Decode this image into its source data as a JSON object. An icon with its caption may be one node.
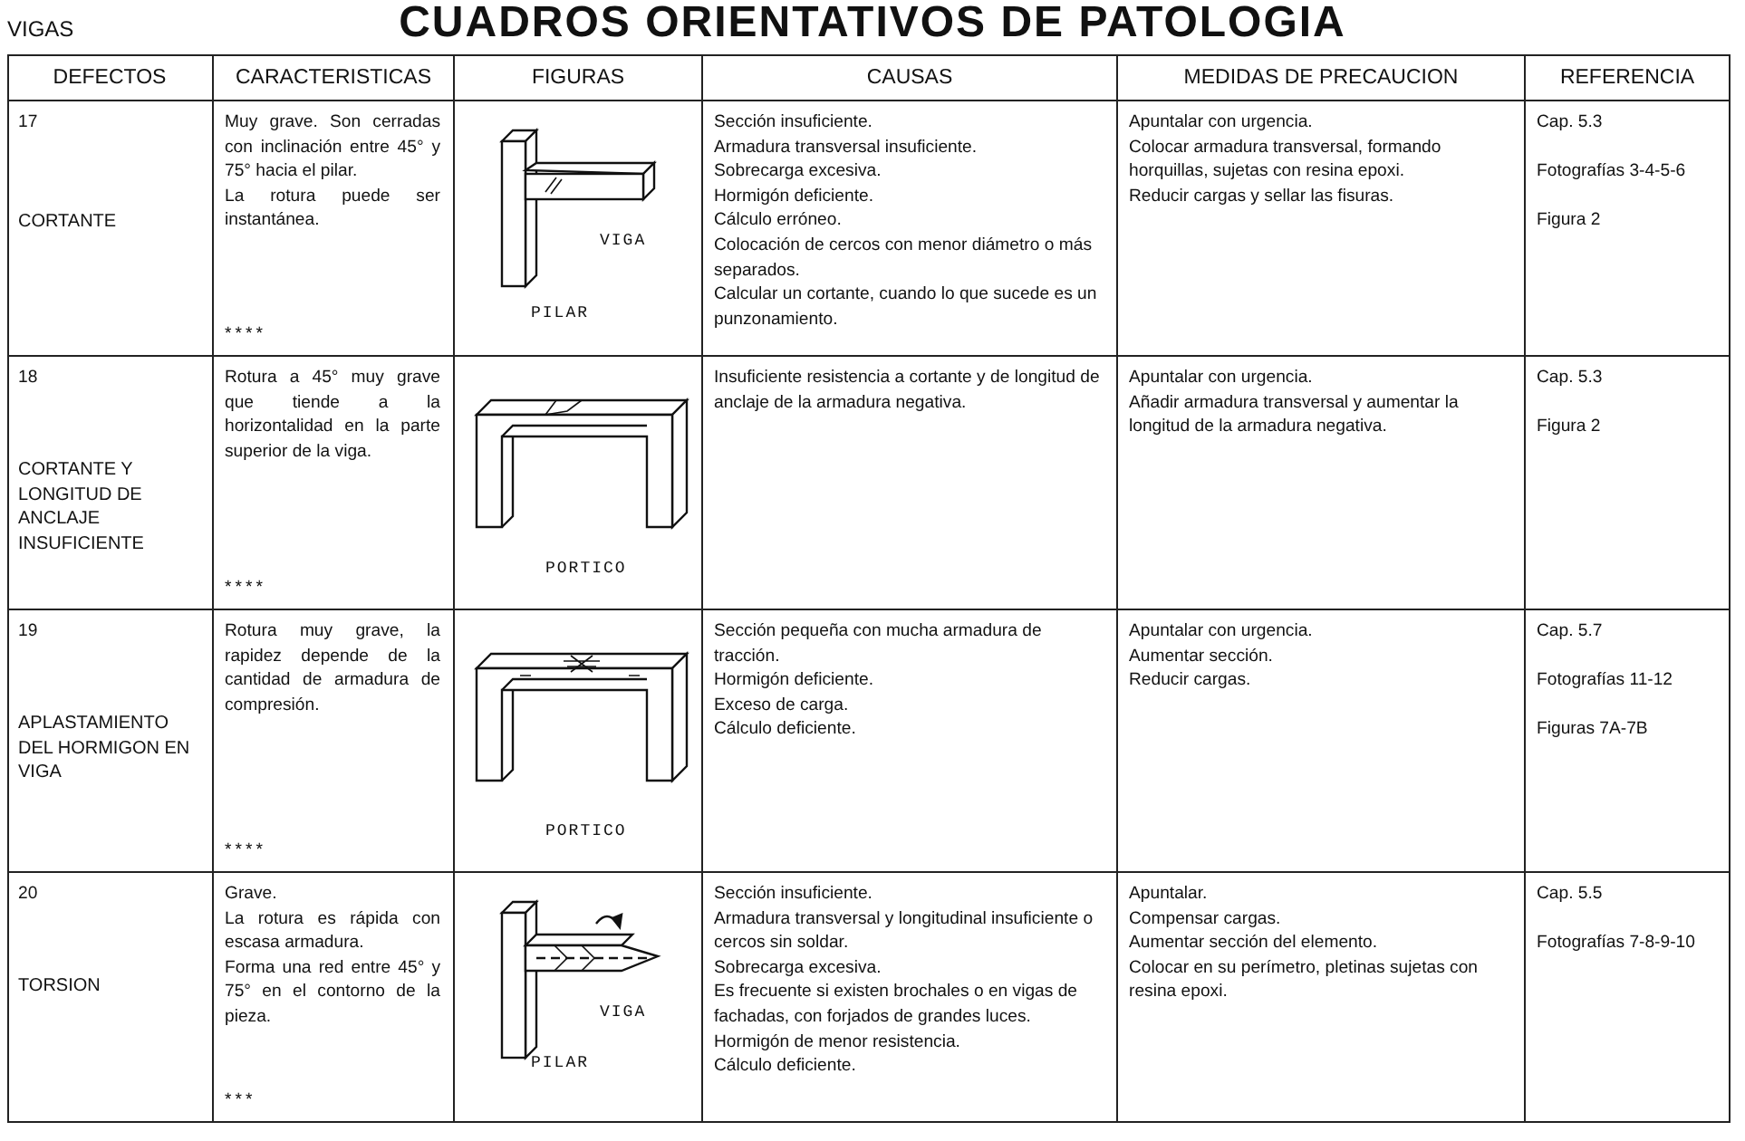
{
  "diagram": {
    "title": "CUADROS ORIENTATIVOS DE PATOLOGIA",
    "labels": [
      "VIGAS",
      "DEFECTOS",
      "CARACTERISTICAS",
      "FIGURAS",
      "CAUSAS",
      "MEDIDAS DE PRECAUCION",
      "REFERENCIA",
      "17",
      "CORTANTE",
      "Muy grave. Son cerradas con inclinación entre 45° y 75° hacia el pilar.",
      "La rotura puede ser instantánea.",
      "****",
      "VIGA",
      "PILAR",
      "Sección insuficiente.",
      "Armadura transversal insuficiente.",
      "Sobrecarga excesiva.",
      "Hormigón deficiente.",
      "Cálculo erróneo.",
      "Colocación de cercos con menor diámetro o más separados.",
      "Calcular un cortante, cuando lo que sucede es un punzonamiento.",
      "Apuntalar con urgencia.",
      "Colocar armadura transversal, formando horquillas, sujetas con resina epoxi.",
      "Reducir cargas y sellar las fisuras.",
      "Cap. 5.3",
      "Fotografías 3-4-5-6",
      "Figura 2",
      "18",
      "CORTANTE Y LONGITUD DE ANCLAJE INSUFICIENTE",
      "Rotura a 45° muy grave que tiende a la horizontalidad en la parte superior de la viga.",
      "****",
      "PORTICO",
      "Insuficiente resistencia a cortante y de longitud de anclaje de la armadura negativa.",
      "Apuntalar con urgencia.",
      "Añadir armadura transversal y aumentar la longitud de la armadura negativa.",
      "Cap. 5.3",
      "Figura 2",
      "19",
      "APLASTAMIENTO DEL HORMIGON EN VIGA",
      "Rotura muy grave, la rapidez depende de la cantidad de armadura de compresión.",
      "****",
      "PORTICO",
      "Sección pequeña con mucha armadura de tracción.",
      "Hormigón deficiente.",
      "Exceso de carga.",
      "Cálculo deficiente.",
      "Apuntalar con urgencia.",
      "Aumentar sección.",
      "Reducir cargas.",
      "Cap. 5.7",
      "Fotografías 11-12",
      "Figuras 7A-7B",
      "20",
      "TORSION",
      "Grave.",
      "La rotura es rápida con escasa armadura.",
      "Forma una red entre 45° y 75° en el contorno de la pieza.",
      "***",
      "VIGA",
      "PILAR",
      "Sección insuficiente.",
      "Armadura transversal y longitudinal insuficiente o cercos sin soldar.",
      "Sobrecarga excesiva.",
      "Es frecuente si existen brochales o en vigas de fachadas, con forjados de grandes luces.",
      "Hormigón de menor resistencia.",
      "Cálculo deficiente.",
      "Apuntalar.",
      "Compensar cargas.",
      "Aumentar sección del elemento.",
      "Colocar en su perímetro, pletinas sujetas con resina epoxi.",
      "Cap. 5.5",
      "Fotografías 7-8-9-10"
    ]
  }
}
